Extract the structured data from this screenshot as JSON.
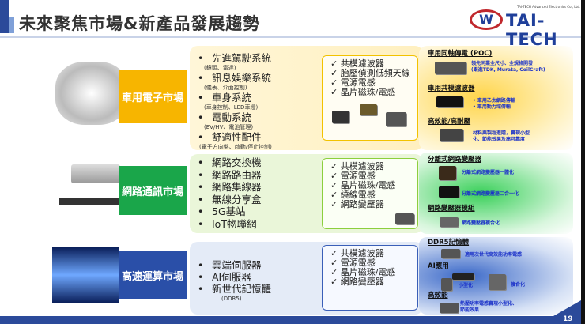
{
  "title": "未來聚焦市場&新產品發展趨勢",
  "logo": {
    "text": "TAI-TECH",
    "subtitle": "TAI-TECH Advanced Electronics Co., Ltd."
  },
  "rows": [
    {
      "label": "車用電子市場",
      "color": "#f7b500",
      "bullets": [
        {
          "t": "先進駕駛系統",
          "s": "(鏡頭、雷達)"
        },
        {
          "t": "訊息娛樂系統",
          "s": "(儀表、介面控制)"
        },
        {
          "t": "車身系統",
          "s": "(車身控制、LED車燈)"
        },
        {
          "t": "電動系統",
          "s": "(EV/HV、電池管理)"
        },
        {
          "t": "舒適性配件",
          "s": "(電子方向盤、啟動/停止控制)"
        }
      ],
      "products": [
        "共模濾波器",
        "胎壓偵測低頻天線",
        "電源電感",
        "晶片磁珠/電感"
      ],
      "features": [
        {
          "h": "車用同軸傳電 (POC)",
          "d": [
            "領先同業全尺寸、全規格開發",
            "(跟進TDK, Murata, CoilCraft)"
          ]
        },
        {
          "h": "車用共模濾波器",
          "d": [
            "•  車用乙太網路傳輸",
            "•  車用動力域傳輸"
          ]
        },
        {
          "h": "高效能/高耐壓",
          "d": [
            "材料與製程進階，實現小型",
            "化、節能效果及高可靠度"
          ]
        }
      ]
    },
    {
      "label": "網路通訊市場",
      "color": "#1aa64a",
      "bullets": [
        {
          "t": "網路交換機"
        },
        {
          "t": "網路路由器"
        },
        {
          "t": "網路集線器"
        },
        {
          "t": "無線分享盒"
        },
        {
          "t": "5G基站"
        },
        {
          "t": "IoT物聯網"
        }
      ],
      "products": [
        "共模濾波器",
        "電源電感",
        "晶片磁珠/電感",
        "繞線電感",
        "網路變壓器"
      ],
      "features": [
        {
          "h": "分離式網路變壓器",
          "d": [
            "分離式網路變壓器一體化",
            "分離式網路變壓器二合一化"
          ]
        },
        {
          "h": "網路變壓器模組",
          "d": [
            "網路變壓器複合化"
          ]
        }
      ]
    },
    {
      "label": "高速運算市場",
      "color": "#2a4fa8",
      "bullets": [
        {
          "t": "雲端伺服器"
        },
        {
          "t": "AI伺服器"
        },
        {
          "t": "新世代記憶體",
          "s": "(DDR5)"
        }
      ],
      "products": [
        "共模濾波器",
        "電源電感",
        "晶片磁珠/電感",
        "網路變壓器"
      ],
      "features": [
        {
          "h": "DDR5記憶體",
          "d": [
            "適用次世代高效能功率電感"
          ]
        },
        {
          "h": "AI應用",
          "d": [
            "小型化",
            "複合化"
          ]
        },
        {
          "h": "高效能",
          "d": [
            "熱壓功率電感實現小型化、",
            "節能效果"
          ]
        }
      ]
    }
  ],
  "page_number": "19"
}
